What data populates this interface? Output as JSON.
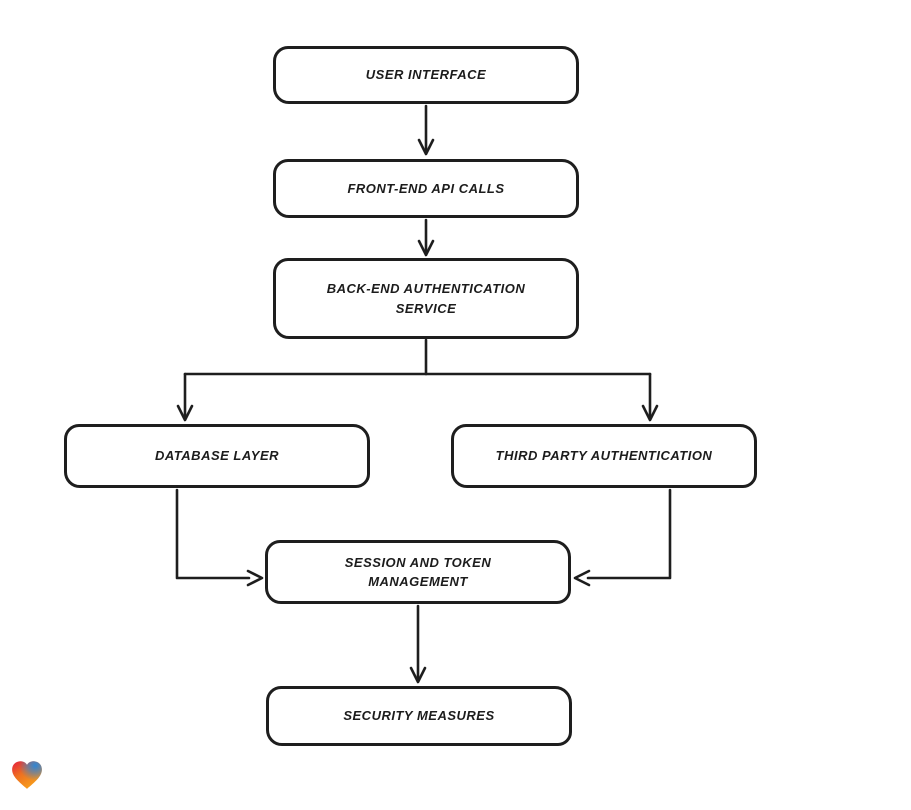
{
  "diagram": {
    "background_color": "#ffffff",
    "stroke_color": "#1e1e1e",
    "node_fill_color": "#ffffff",
    "nodes": [
      {
        "id": "user-interface",
        "label": "USER INTERFACE"
      },
      {
        "id": "front-end-api-calls",
        "label": "FRONT-END API CALLS"
      },
      {
        "id": "back-end-authentication-service",
        "label": "BACK-END AUTHENTICATION SERVICE"
      },
      {
        "id": "database-layer",
        "label": "DATABASE LAYER"
      },
      {
        "id": "third-party-authentication",
        "label": "THIRD PARTY AUTHENTICATION"
      },
      {
        "id": "session-and-token-management",
        "label": "SESSION AND TOKEN MANAGEMENT"
      },
      {
        "id": "security-measures",
        "label": "SECURITY MEASURES"
      }
    ],
    "edges": [
      {
        "from": "user-interface",
        "to": "front-end-api-calls",
        "arrow": "down"
      },
      {
        "from": "front-end-api-calls",
        "to": "back-end-authentication-service",
        "arrow": "down"
      },
      {
        "from": "back-end-authentication-service",
        "to": "database-layer",
        "arrow": "down"
      },
      {
        "from": "back-end-authentication-service",
        "to": "third-party-authentication",
        "arrow": "down"
      },
      {
        "from": "database-layer",
        "to": "session-and-token-management",
        "arrow": "right"
      },
      {
        "from": "third-party-authentication",
        "to": "session-and-token-management",
        "arrow": "left"
      },
      {
        "from": "session-and-token-management",
        "to": "security-measures",
        "arrow": "down"
      }
    ],
    "logo": {
      "name": "gradient-heart-logo",
      "colors": [
        "#e41e3f",
        "#ef7020",
        "#f8a41b",
        "#2f86d6"
      ]
    }
  }
}
